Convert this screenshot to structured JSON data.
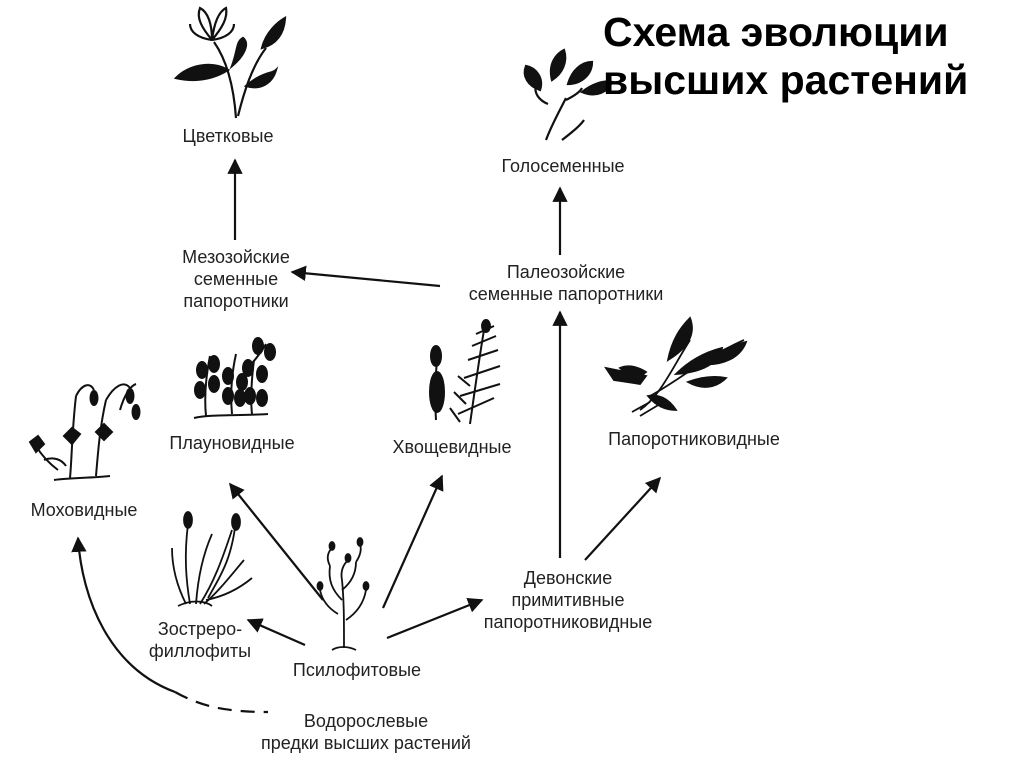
{
  "title": {
    "line1": "Схема эволюции",
    "line2": "высших растений"
  },
  "nodes": {
    "flowering": {
      "label": "Цветковые"
    },
    "gymnosperms": {
      "label": "Голосеменные"
    },
    "mesozoic_seed_ferns": {
      "line1": "Мезозойские",
      "line2": "семенные",
      "line3": "папоротники"
    },
    "paleozoic_seed_ferns": {
      "line1": "Палеозойские",
      "line2": "семенные папоротники"
    },
    "lycopsids": {
      "label": "Плауновидные"
    },
    "horsetails": {
      "label": "Хвощевидные"
    },
    "ferns": {
      "label": "Папоротниковидные"
    },
    "mosses": {
      "label": "Моховидные"
    },
    "zosterophyllophytes": {
      "line1": "Зостреро-",
      "line2": "филлофиты"
    },
    "psilophytes": {
      "label": "Псилофитовые"
    },
    "devonian_ferns": {
      "line1": "Девонские",
      "line2": "примитивные",
      "line3": "папоротниковидные"
    },
    "algal_ancestors": {
      "line1": "Водорослевые",
      "line2": "предки высших растений"
    }
  },
  "colors": {
    "ink": "#111111",
    "text": "#222222",
    "background": "#ffffff"
  }
}
